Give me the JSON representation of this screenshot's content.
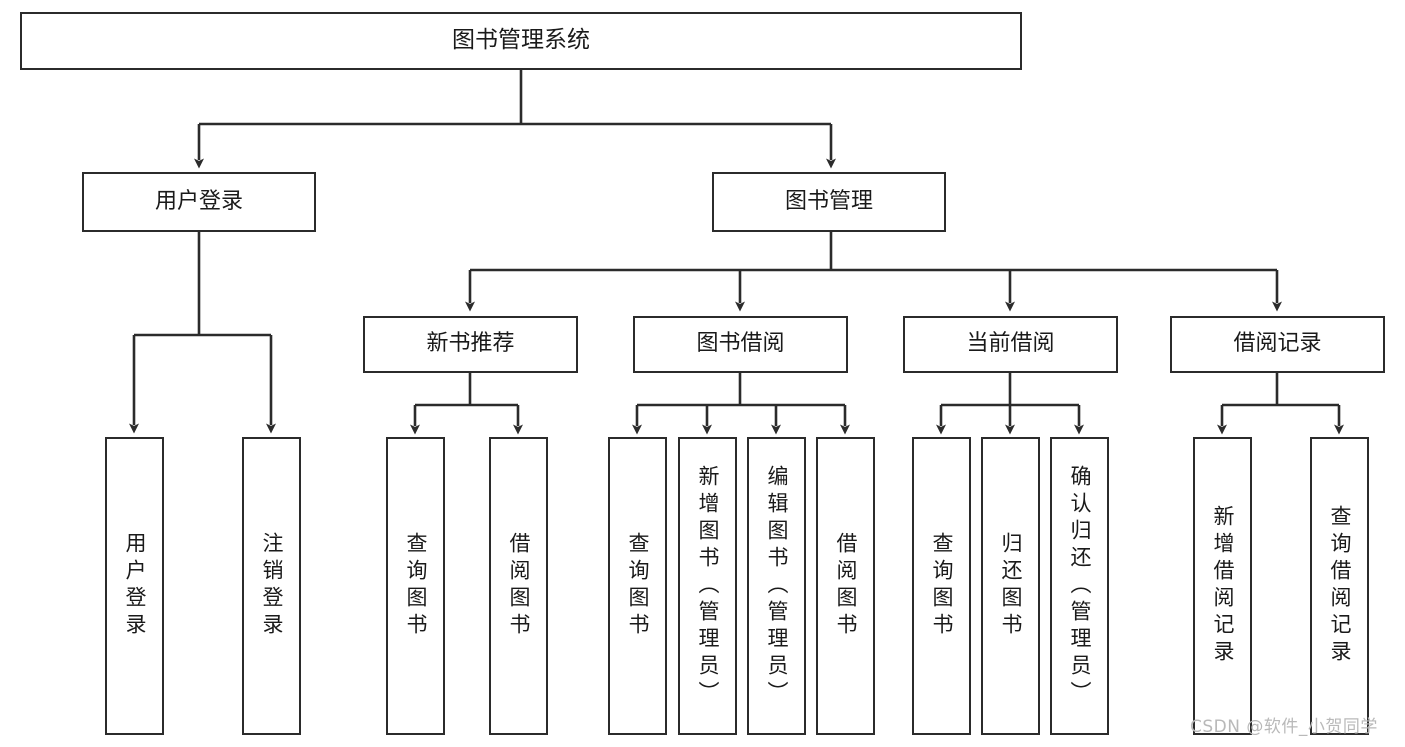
{
  "diagram": {
    "type": "tree",
    "title": "图书管理系统",
    "watermark": "CSDN @软件_小贺同学",
    "colors": {
      "stroke": "#2b2b2b",
      "fill": "#ffffff",
      "text": "#1a1a1a",
      "watermark": "#b9b9b9"
    }
  },
  "nodes": {
    "root": "图书管理系统",
    "level2": [
      {
        "label": "用户登录"
      },
      {
        "label": "图书管理"
      }
    ],
    "level3": [
      {
        "label": "新书推荐"
      },
      {
        "label": "图书借阅"
      },
      {
        "label": "当前借阅"
      },
      {
        "label": "借阅记录"
      }
    ],
    "leaves_user_login": [
      {
        "label": "用户登录"
      },
      {
        "label": "注销登录"
      }
    ],
    "leaves_new_book": [
      {
        "label": "查询图书"
      },
      {
        "label": "借阅图书"
      }
    ],
    "leaves_borrow": [
      {
        "label": "查询图书"
      },
      {
        "label": "新增图书（管理员）"
      },
      {
        "label": "编辑图书（管理员）"
      },
      {
        "label": "借阅图书"
      }
    ],
    "leaves_current": [
      {
        "label": "查询图书"
      },
      {
        "label": "归还图书"
      },
      {
        "label": "确认归还（管理员）"
      }
    ],
    "leaves_records": [
      {
        "label": "新增借阅记录"
      },
      {
        "label": "查询借阅记录"
      }
    ]
  }
}
